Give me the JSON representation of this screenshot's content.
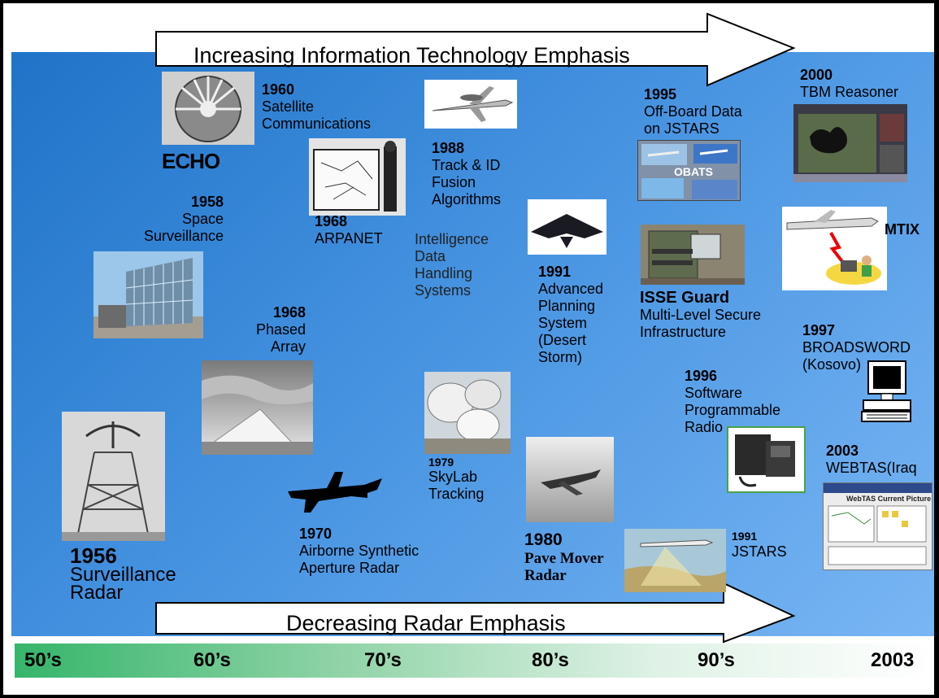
{
  "header_arrow": "Increasing Information Technology Emphasis",
  "footer_arrow": "Decreasing Radar Emphasis",
  "timeline": [
    "50’s",
    "60’s",
    "70’s",
    "80’s",
    "90’s",
    "2003"
  ],
  "milestones": {
    "m1956": {
      "year": "1956",
      "lines": [
        "Surveillance",
        "Radar"
      ]
    },
    "m1958": {
      "year": "1958",
      "lines": [
        "Space",
        "Surveillance"
      ]
    },
    "m1960": {
      "year": "1960",
      "lines": [
        "Satellite",
        "Communications"
      ]
    },
    "m1968a": {
      "year": "1968",
      "lines": [
        "Phased",
        "Array"
      ]
    },
    "m1968b": {
      "year": "1968",
      "lines": [
        "ARPANET"
      ]
    },
    "m1970": {
      "year": "1970",
      "lines": [
        "Airborne Synthetic",
        "Aperture Radar"
      ]
    },
    "m1979": {
      "year": "1979",
      "lines": [
        "SkyLab",
        "Tracking"
      ]
    },
    "m1980": {
      "year": "1980",
      "lines": [
        "Pave Mover",
        "Radar"
      ]
    },
    "m1988": {
      "year": "1988",
      "lines": [
        "Track & ID",
        "Fusion",
        "Algorithms"
      ]
    },
    "intel": {
      "lines": [
        "Intelligence",
        "Data",
        "Handling",
        "Systems"
      ]
    },
    "m1991a": {
      "year": "1991",
      "lines": [
        "Advanced",
        "Planning",
        "System",
        "(Desert",
        "Storm)"
      ]
    },
    "m1991b": {
      "year": "1991",
      "lines": [
        "JSTARS"
      ]
    },
    "m1995": {
      "year": "1995",
      "lines": [
        "Off-Board Data",
        "on JSTARS"
      ]
    },
    "isse": {
      "title": "ISSE Guard",
      "lines": [
        "Multi-Level Secure",
        "Infrastructure"
      ]
    },
    "m1996": {
      "year": "1996",
      "lines": [
        "Software",
        "Programmable",
        "Radio"
      ]
    },
    "m1997": {
      "year": "1997",
      "lines": [
        "BROADSWORD",
        "(Kosovo)"
      ]
    },
    "m2000": {
      "year": "2000",
      "lines": [
        "TBM Reasoner"
      ]
    },
    "m2003": {
      "year": "2003",
      "lines": [
        "WEBTAS(Iraq"
      ]
    },
    "mtix": {
      "title": "MTIX"
    }
  },
  "photo_text": {
    "echo": "ECHO",
    "obats": "OBATS",
    "webtas": "WebTAS Current Picture"
  }
}
